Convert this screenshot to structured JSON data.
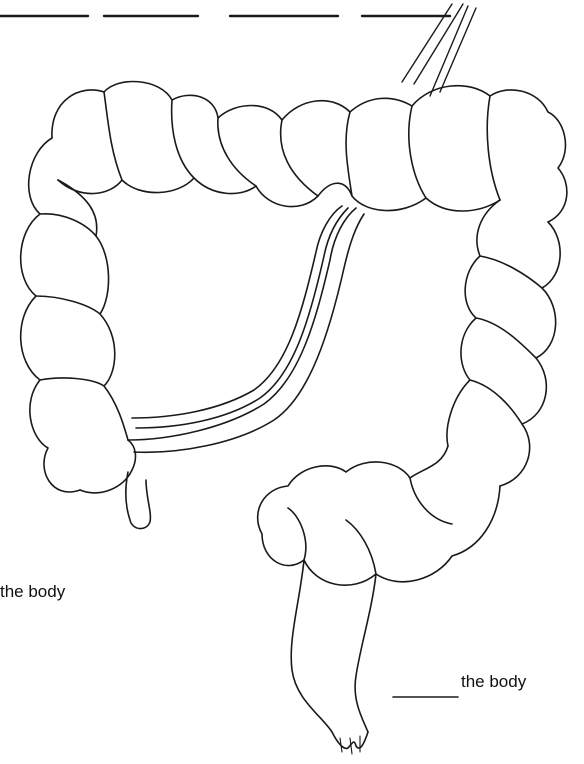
{
  "colors": {
    "background": "#ffffff",
    "ink": "#1a1a1a"
  },
  "illustration": {
    "subject": "large-intestine-sketch"
  },
  "labels": {
    "left_fragment": "the body",
    "right_fragment": "the body"
  }
}
